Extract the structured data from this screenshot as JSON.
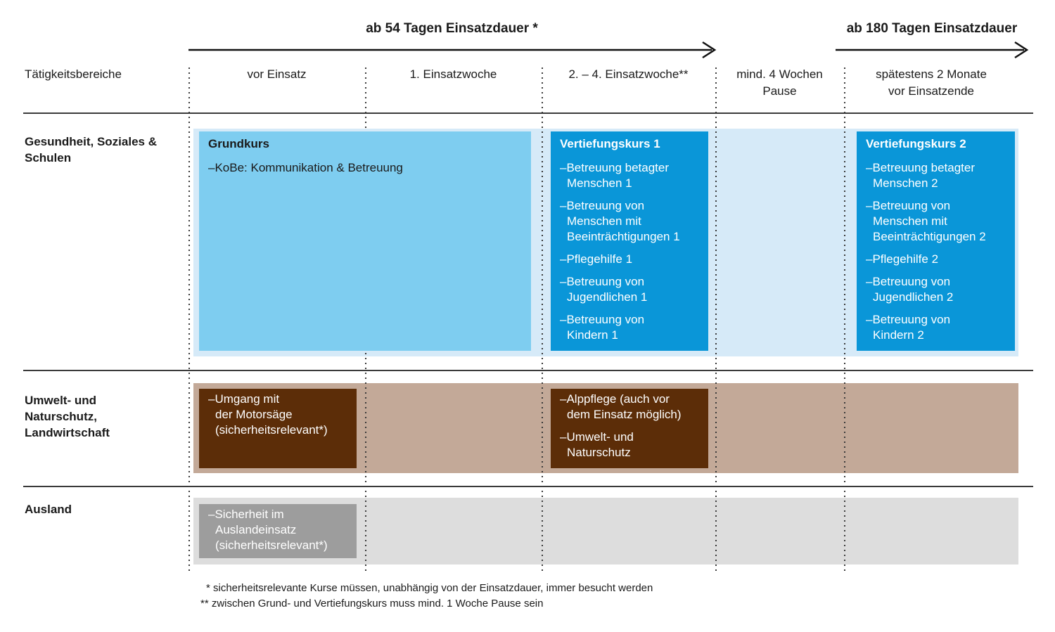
{
  "timeline": {
    "arrow_1_label": "ab 54 Tagen Einsatzdauer *",
    "arrow_2_label": "ab 180 Tagen Einsatzdauer"
  },
  "header": {
    "row_axis_label": "Tätigkeitsbereiche",
    "columns": [
      "vor Einsatz",
      "1. Einsatzwoche",
      "2. – 4. Einsatzwoche**",
      "mind. 4 Wochen\nPause",
      "spätestens 2 Monate\nvor Einsatzende"
    ]
  },
  "rows": [
    {
      "label": "Gesundheit, Soziales &\nSchulen",
      "band_color": "#D6EAF8",
      "boxes": [
        {
          "title": "Grundkurs",
          "items": [
            "–KoBe: Kommunikation & Betreuung"
          ],
          "bg": "#7ECDF0",
          "text_color": "#1A1A1A"
        },
        {
          "title": "Vertiefungskurs 1",
          "items": [
            "–Betreuung betagter\nMenschen 1",
            "–Betreuung von\nMenschen mit\nBeeinträchtigungen 1",
            "–Pflegehilfe 1",
            "–Betreuung von\nJugendlichen 1",
            "–Betreuung von\nKindern 1"
          ],
          "bg": "#0A96D8",
          "text_color": "#FFFFFF"
        },
        {
          "title": "Vertiefungskurs 2",
          "items": [
            "–Betreuung betagter\nMenschen 2",
            "–Betreuung von\nMenschen mit\nBeeinträchtigungen 2",
            "–Pflegehilfe 2",
            "–Betreuung von\nJugendlichen 2",
            "–Betreuung von\nKindern 2"
          ],
          "bg": "#0A96D8",
          "text_color": "#FFFFFF"
        }
      ]
    },
    {
      "label": "Umwelt- und\nNaturschutz,\nLandwirtschaft",
      "band_color": "#C3A998",
      "boxes": [
        {
          "items": [
            "–Umgang mit\nder Motorsäge\n(sicherheitsrelevant*)"
          ],
          "bg": "#5C2D08",
          "text_color": "#FFFFFF"
        },
        {
          "items": [
            "–Alppflege (auch vor\ndem Einsatz möglich)",
            "–Umwelt- und\nNaturschutz"
          ],
          "bg": "#5C2D08",
          "text_color": "#FFFFFF"
        }
      ]
    },
    {
      "label": "Ausland",
      "band_color": "#DDDDDD",
      "boxes": [
        {
          "items": [
            "–Sicherheit im\nAuslandeinsatz\n(sicherheitsrelevant*)"
          ],
          "bg": "#9D9D9D",
          "text_color": "#FFFFFF"
        }
      ]
    }
  ],
  "footnotes": [
    "* sicherheitsrelevante Kurse müssen, unabhängig von der Einsatzdauer, immer besucht werden",
    "** zwischen Grund- und Vertiefungskurs muss mind. 1 Woche Pause sein"
  ],
  "colors": {
    "line": "#3A3A3A",
    "arrow": "#111111",
    "strong_blue": "#0A96D8",
    "medium_blue": "#7ECDF0",
    "light_blue_band": "#D6EAF8",
    "tan_band": "#C3A998",
    "dark_brown": "#5C2D08",
    "gray_band": "#DDDDDD",
    "gray_box": "#9D9D9D"
  }
}
